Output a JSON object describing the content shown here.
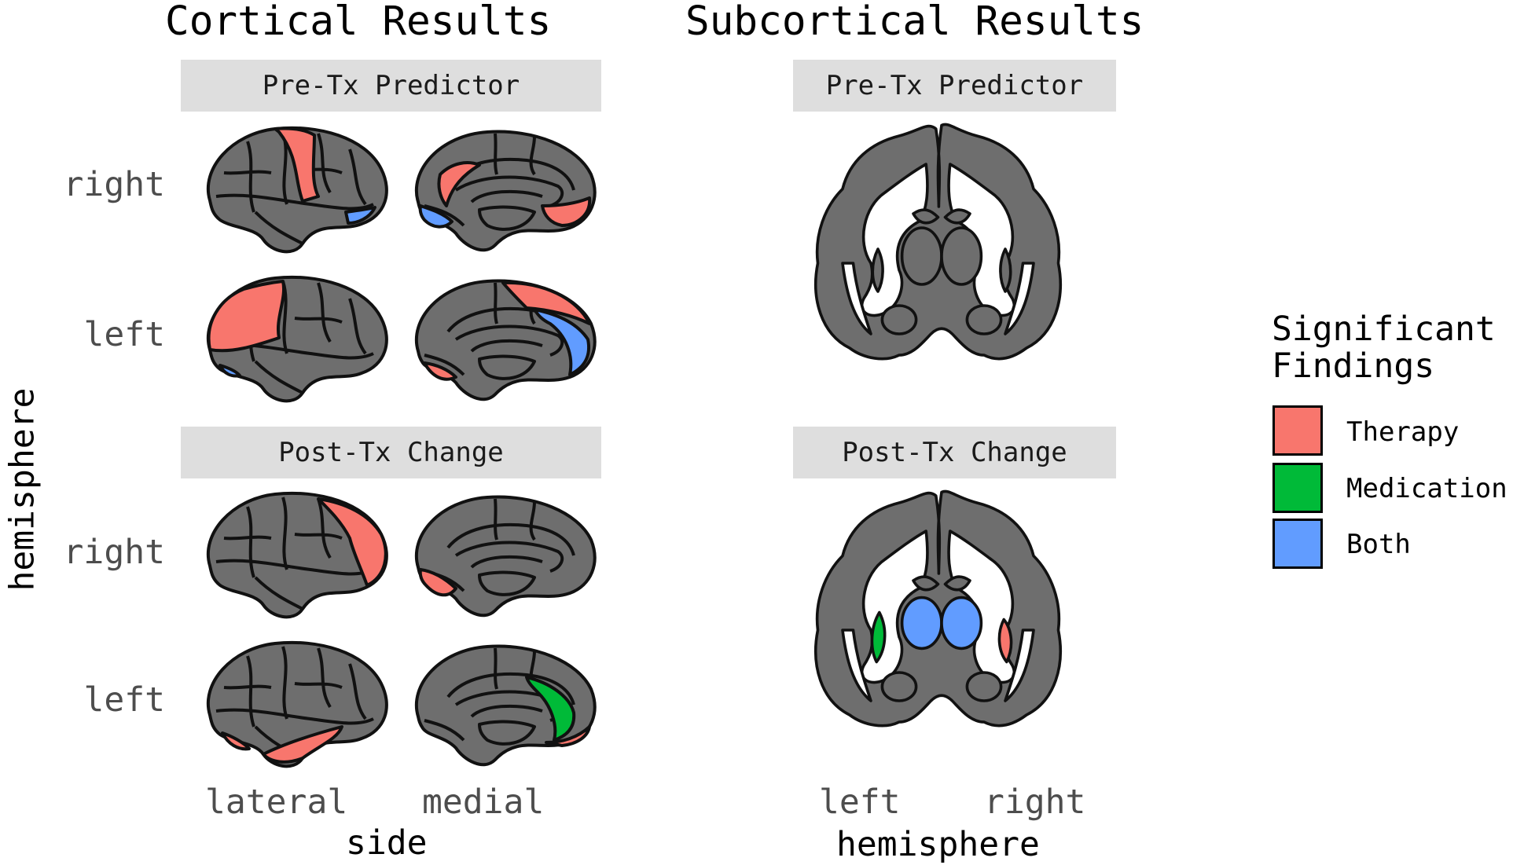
{
  "titles": {
    "cortical": "Cortical Results",
    "subcortical": "Subcortical Results"
  },
  "facets": {
    "pre": "Pre-Tx Predictor",
    "post": "Post-Tx Change"
  },
  "rows": {
    "right": "right",
    "left": "left"
  },
  "axes": {
    "hemisphere_y": "hemisphere",
    "side_x": "side",
    "side_lateral": "lateral",
    "side_medial": "medial",
    "hemi_left": "left",
    "hemi_right": "right",
    "hemisphere_x": "hemisphere"
  },
  "legend": {
    "title_line1": "Significant",
    "title_line2": "Findings",
    "items": [
      {
        "label": "Therapy",
        "color": "#F8766D"
      },
      {
        "label": "Medication",
        "color": "#00BA38"
      },
      {
        "label": "Both",
        "color": "#619CFF"
      }
    ]
  },
  "colors": {
    "region_gray": "#6e6e6e",
    "therapy": "#F8766D",
    "medication": "#00BA38",
    "both": "#619CFF",
    "strip_bg": "#dedede"
  }
}
